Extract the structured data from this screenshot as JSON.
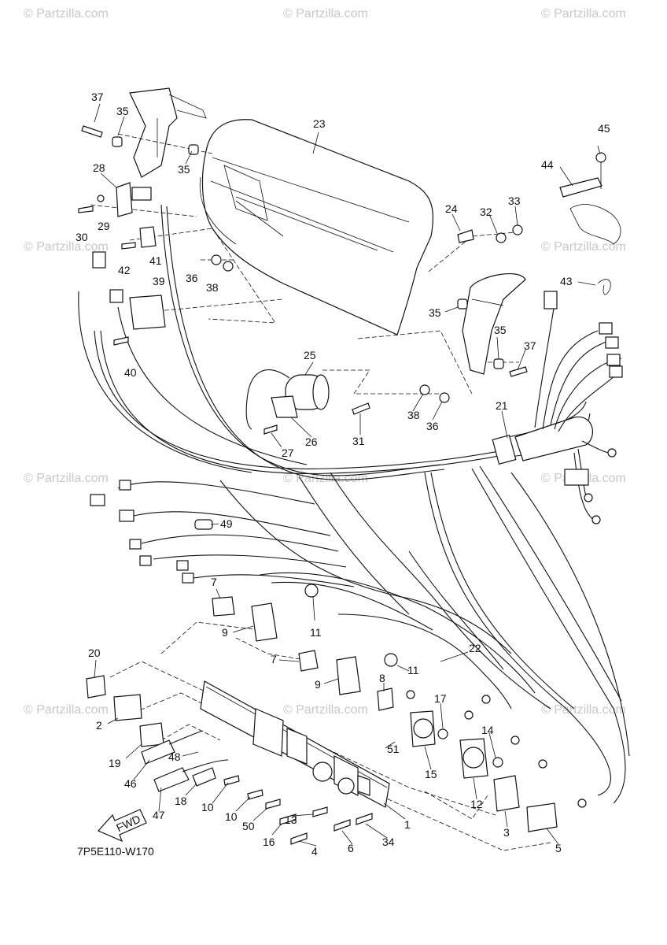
{
  "diagram": {
    "code": "7P5E110-W170",
    "direction_label": "FWD",
    "watermark": "© Partzilla.com",
    "callouts": [
      "37",
      "35",
      "35",
      "23",
      "28",
      "29",
      "30",
      "41",
      "42",
      "36",
      "38",
      "39",
      "40",
      "25",
      "26",
      "27",
      "31",
      "38",
      "36",
      "24",
      "32",
      "33",
      "45",
      "44",
      "43",
      "35",
      "35",
      "37",
      "21",
      "49",
      "7",
      "9",
      "11",
      "7",
      "9",
      "8",
      "11",
      "22",
      "20",
      "2",
      "19",
      "46",
      "47",
      "48",
      "18",
      "10",
      "10",
      "50",
      "16",
      "13",
      "4",
      "6",
      "34",
      "1",
      "51",
      "17",
      "15",
      "14",
      "12",
      "3",
      "5"
    ]
  }
}
